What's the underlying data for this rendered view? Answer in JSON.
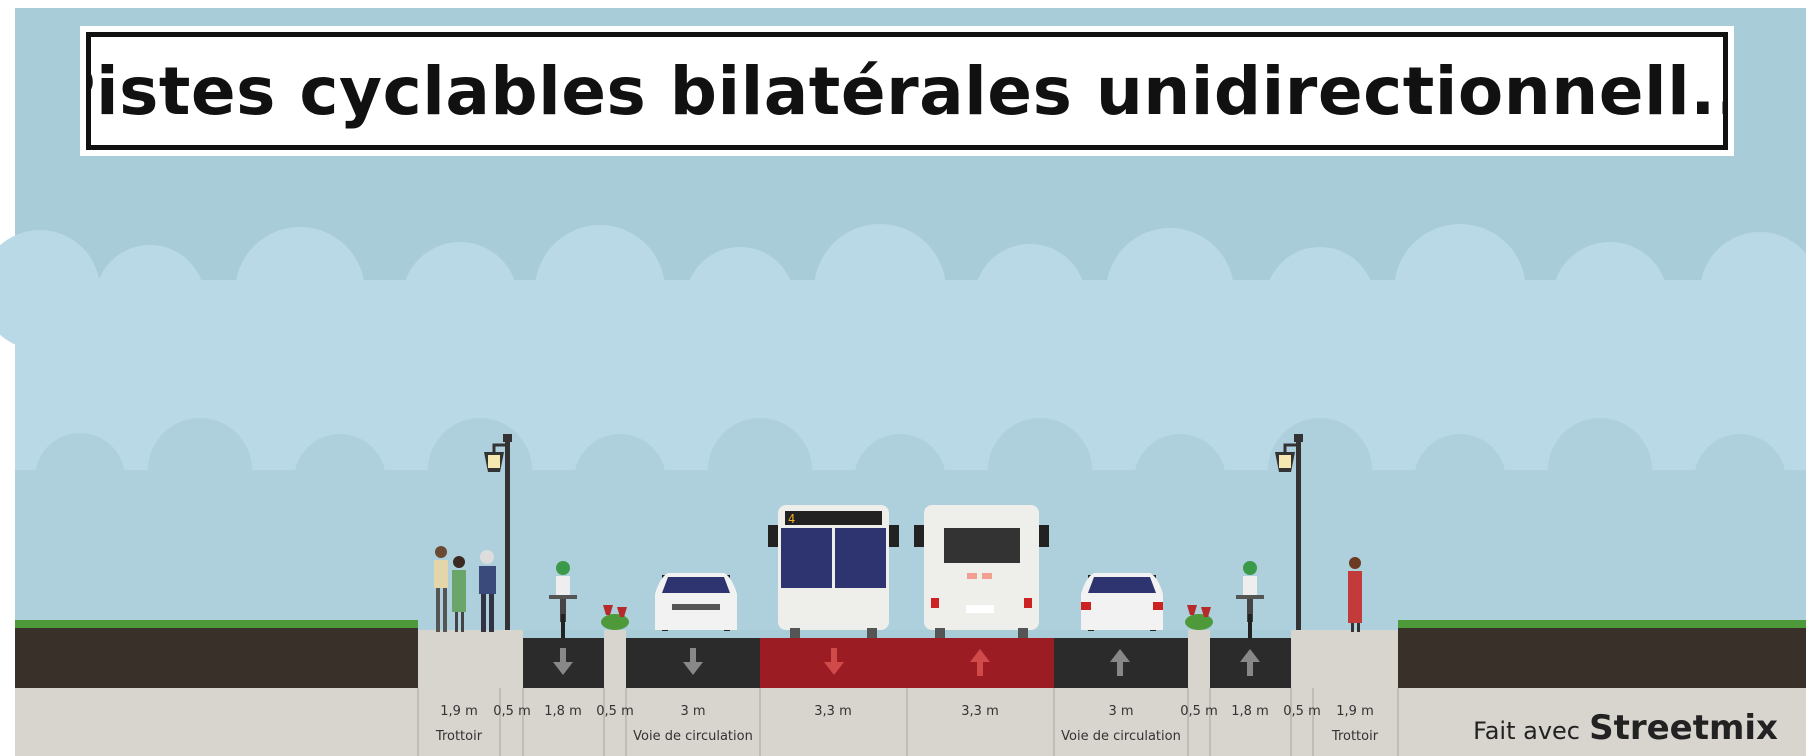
{
  "title": "Pistes cyclables bilatérales unidirectionnell...",
  "credit": {
    "prefix": "Fait avec",
    "brand": "Streetmix"
  },
  "colors": {
    "sky": "#a8cad8",
    "dirt": "#3a302a",
    "sidewalk": "#d8d4ce",
    "lane": "#2b2b2b",
    "bus_lane": "#9b1c22",
    "grass": "#4e9a3a"
  },
  "segments": [
    {
      "width": "1,9 m",
      "name": "Trottoir"
    },
    {
      "width": "0,5 m",
      "name": ""
    },
    {
      "width": "1,8 m",
      "name": ""
    },
    {
      "width": "0,5 m",
      "name": ""
    },
    {
      "width": "3 m",
      "name": "Voie de circulation"
    },
    {
      "width": "3,3 m",
      "name": ""
    },
    {
      "width": "3,3 m",
      "name": ""
    },
    {
      "width": "3 m",
      "name": "Voie de circulation"
    },
    {
      "width": "0,5 m",
      "name": ""
    },
    {
      "width": "1,8 m",
      "name": ""
    },
    {
      "width": "0,5 m",
      "name": ""
    },
    {
      "width": "1,9 m",
      "name": "Trottoir"
    }
  ],
  "bus_sign": "4"
}
